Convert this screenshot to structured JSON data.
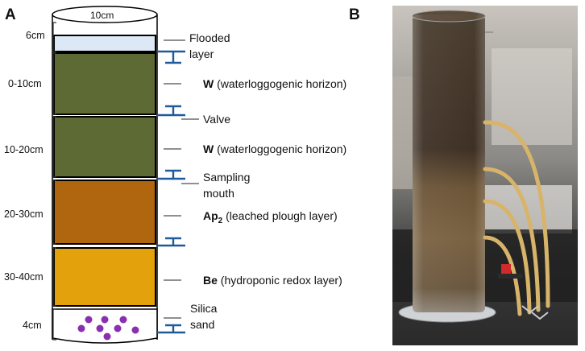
{
  "panels": {
    "a_letter": "A",
    "b_letter": "B"
  },
  "diameter_label": "10cm",
  "depths": [
    "6cm",
    "0-10cm",
    "10-20cm",
    "20-30cm",
    "30-40cm",
    "4cm"
  ],
  "labels": {
    "flooded_1": "Flooded",
    "flooded_2": "layer",
    "w1_bold": "W",
    "w1_rest": " (waterloggogenic horizon)",
    "valve": "Valve",
    "w2_bold": "W",
    "w2_rest": " (waterloggogenic horizon)",
    "sampling_1": "Sampling",
    "sampling_2": "mouth",
    "ap_bold": "Ap",
    "ap_sub": "2",
    "ap_rest": " (leached plough layer)",
    "be_bold": "Be",
    "be_rest": " (hydroponic redox layer)",
    "silica_1": "Silica",
    "silica_2": "sand"
  },
  "colors": {
    "flooded": "#dce8f5",
    "w_horizon": "#5e6a34",
    "ap_horizon": "#b0650f",
    "be_horizon": "#e3a10b",
    "silica_sand": "#ffffff",
    "sand_dots": "#8a2fb0",
    "valve": "#1f5a9a"
  }
}
